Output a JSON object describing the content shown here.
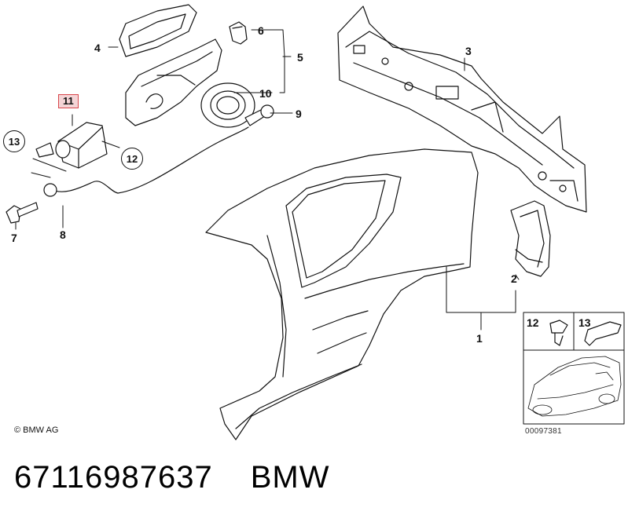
{
  "diagram": {
    "labels": {
      "l1": "1",
      "l2": "2",
      "l3": "3",
      "l4": "4",
      "l5": "5",
      "l6": "6",
      "l7": "7",
      "l8": "8",
      "l9": "9",
      "l10": "10",
      "highlight": "11",
      "c12": "12",
      "c13": "13"
    },
    "inset_labels": {
      "p12": "12",
      "p13": "13"
    },
    "copyright": "© BMW AG",
    "image_id": "00097381"
  },
  "caption": {
    "part_number": "67116987637",
    "brand": "BMW"
  },
  "colors": {
    "highlight_border": "#d8464b",
    "highlight_fill": "#f4d4d6",
    "line": "#111111"
  }
}
